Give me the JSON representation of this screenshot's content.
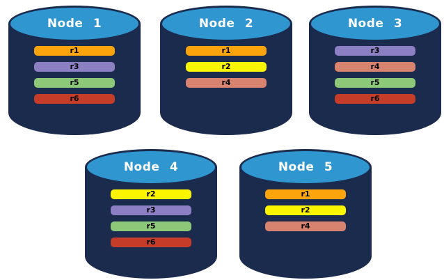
{
  "colors": {
    "background": "#FFFFFF",
    "cylinder_body": "#1B2B4E",
    "cylinder_top": "#2F96D0",
    "node_label_text": "#FFFFFF",
    "replica_label_text": "#000000"
  },
  "replica_colors": {
    "r1": "#FBA40B",
    "r2": "#FCF500",
    "r3": "#8C7FC4",
    "r4": "#D88270",
    "r5": "#8CC878",
    "r6": "#C53C28"
  },
  "nodes": [
    {
      "label": "Node 1",
      "replicas": [
        "r1",
        "r3",
        "r5",
        "r6"
      ]
    },
    {
      "label": "Node 2",
      "replicas": [
        "r1",
        "r2",
        "r4"
      ]
    },
    {
      "label": "Node 3",
      "replicas": [
        "r3",
        "r4",
        "r5",
        "r6"
      ]
    },
    {
      "label": "Node 4",
      "replicas": [
        "r2",
        "r3",
        "r5",
        "r6"
      ]
    },
    {
      "label": "Node 5",
      "replicas": [
        "r1",
        "r2",
        "r4"
      ]
    }
  ]
}
